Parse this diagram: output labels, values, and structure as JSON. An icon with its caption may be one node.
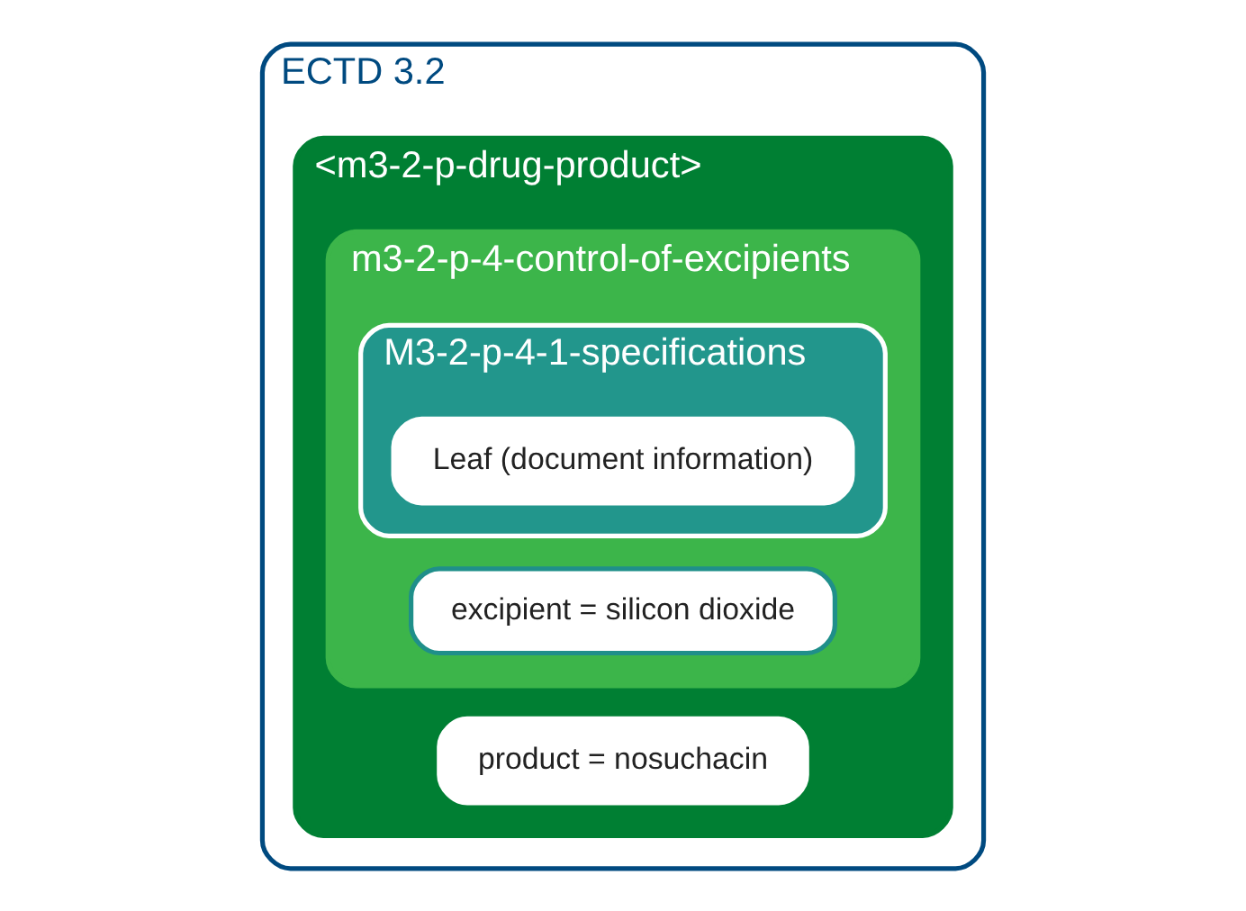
{
  "diagram": {
    "nodes": [
      {
        "text": [
          "ECTD 3.2"
        ]
      },
      {
        "text": [
          "<m3-2-p-drug-product>"
        ],
        "in": 0
      },
      {
        "text": [
          "product = nosuchacin"
        ],
        "in": 1
      },
      {
        "text": [
          "m3-2-p-4-control-of-excipients"
        ],
        "in": 1
      },
      {
        "text": [
          "excipient = silicon dioxide"
        ],
        "in": 3
      },
      {
        "text": [
          "M3-2-p-4-1-specifications"
        ],
        "in": 3
      },
      {
        "text": [
          "Leaf (document information)"
        ],
        "in": 5
      }
    ]
  }
}
